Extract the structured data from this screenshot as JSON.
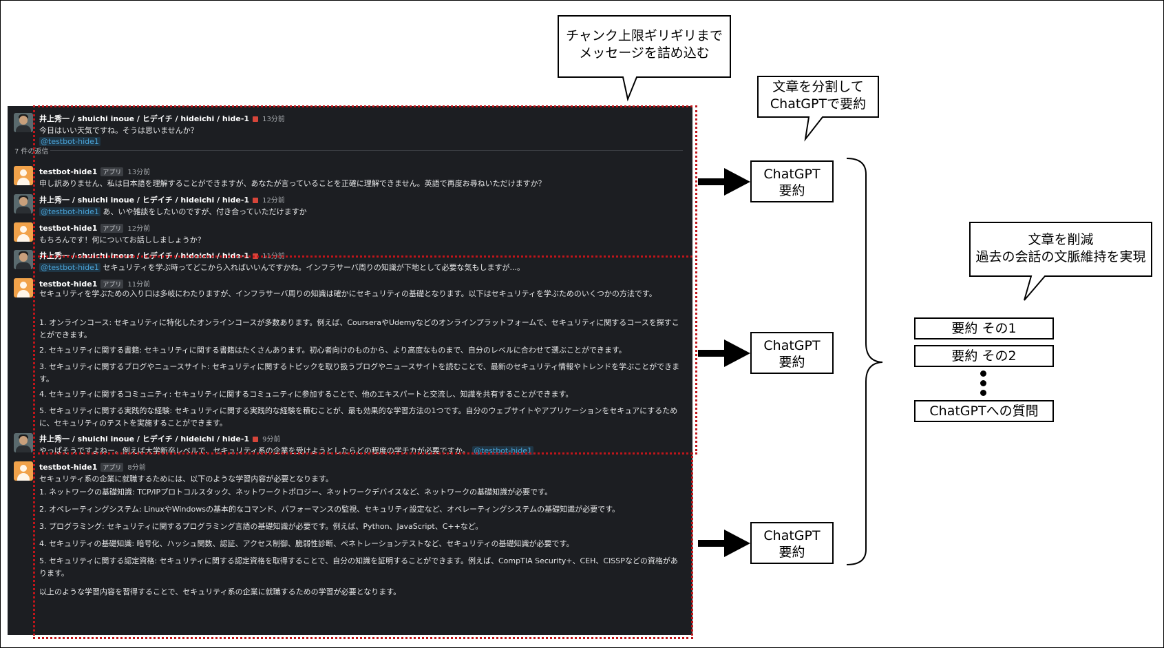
{
  "callouts": {
    "chunk": "チャンク上限ギリギリまで\nメッセージを詰め込む",
    "split": "文章を分割して\nChatGPTで要約",
    "reduce": "文章を削減\n過去の会話の文脈維持を実現"
  },
  "summarize_boxes": [
    "ChatGPT\n要約",
    "ChatGPT\n要約",
    "ChatGPT\n要約"
  ],
  "result_list": {
    "items": [
      "要約 その1",
      "要約 その2"
    ],
    "question": "ChatGPTへの質問"
  },
  "chat": {
    "user_name": "井上秀一 / shuichi inoue / ヒデイチ / hideichi / hide-1",
    "bot_name": "testbot-hide1",
    "bot_badge": "アプリ",
    "mention": "@testbot-hide1",
    "m1": {
      "time": "13分前",
      "text": "今日はいい天気ですね。そうは思いませんか？"
    },
    "replies_label": "7 件の返信",
    "m2": {
      "time": "13分前",
      "text": "申し訳ありません、私は日本語を理解することができますが、あなたが言っていることを正確に理解できません。英語で再度お尋ねいただけますか？"
    },
    "m3": {
      "time": "12分前",
      "text": "あ、いや雑談をしたいのですが、付き合っていただけますか"
    },
    "m4": {
      "time": "12分前",
      "text": "もちろんです！何についてお話ししましょうか？"
    },
    "m5": {
      "time": "11分前",
      "text": "セキュリティを学ぶ時ってどこから入ればいいんですかね。インフラサーバ周りの知識が下地として必要な気もしますが...。"
    },
    "m6": {
      "time": "11分前",
      "intro": "セキュリティを学ぶための入り口は多岐にわたりますが、インフラサーバ周りの知識は確かにセキュリティの基礎となります。以下はセキュリティを学ぶためのいくつかの方法です。",
      "items": [
        "1. オンラインコース: セキュリティに特化したオンラインコースが多数あります。例えば、CourseraやUdemyなどのオンラインプラットフォームで、セキュリティに関するコースを探すことができます。",
        "2. セキュリティに関する書籍: セキュリティに関する書籍はたくさんあります。初心者向けのものから、より高度なものまで、自分のレベルに合わせて選ぶことができます。",
        "3. セキュリティに関するブログやニュースサイト: セキュリティに関するトピックを取り扱うブログやニュースサイトを読むことで、最新のセキュリティ情報やトレンドを学ぶことができます。",
        "4. セキュリティに関するコミュニティ: セキュリティに関するコミュニティに参加することで、他のエキスパートと交流し、知識を共有することができます。",
        "5. セキュリティに関する実践的な経験: セキュリティに関する実践的な経験を積むことが、最も効果的な学習方法の1つです。自分のウェブサイトやアプリケーションをセキュアにするために、セキュリティのテストを実施することができます。"
      ]
    },
    "m7": {
      "time": "9分前",
      "text": "やっぱそうですよねー。例えば大学新卒レベルで、セキュリティ系の企業を受けようとしたらどの程度の学チカが必要ですか。"
    },
    "m8": {
      "time": "8分前",
      "intro": "セキュリティ系の企業に就職するためには、以下のような学習内容が必要となります。",
      "items": [
        "1. ネットワークの基礎知識: TCP/IPプロトコルスタック、ネットワークトポロジー、ネットワークデバイスなど、ネットワークの基礎知識が必要です。",
        "2. オペレーティングシステム: LinuxやWindowsの基本的なコマンド、パフォーマンスの監視、セキュリティ設定など、オペレーティングシステムの基礎知識が必要です。",
        "3. プログラミング: セキュリティに関するプログラミング言語の基礎知識が必要です。例えば、Python、JavaScript、C++など。",
        "4. セキュリティの基礎知識: 暗号化、ハッシュ関数、認証、アクセス制御、脆弱性診断、ペネトレーションテストなど、セキュリティの基礎知識が必要です。",
        "5. セキュリティに関する認定資格: セキュリティに関する認定資格を取得することで、自分の知識を証明することができます。例えば、CompTIA Security+、CEH、CISSPなどの資格があります。"
      ],
      "outro": "以上のような学習内容を習得することで、セキュリティ系の企業に就職するための学習が必要となります。"
    }
  }
}
